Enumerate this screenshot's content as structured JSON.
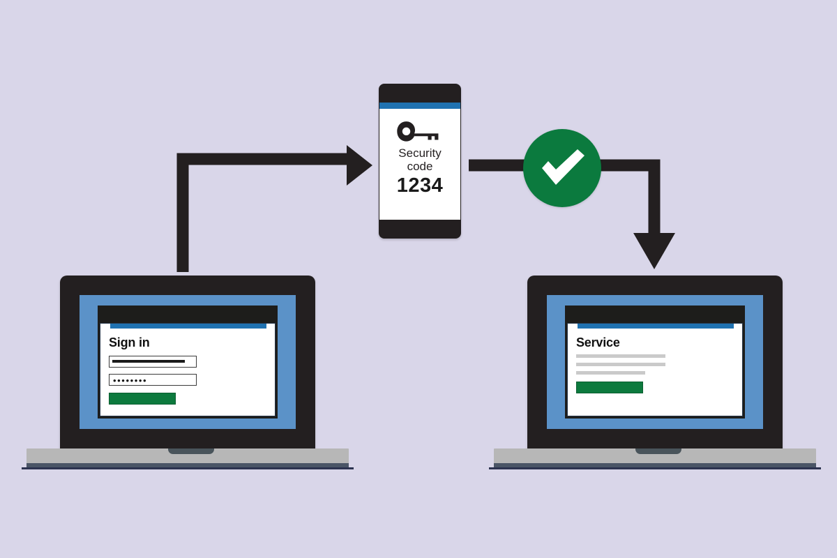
{
  "scene": {
    "title": "Two-factor authentication sign-in flow",
    "background_color": "#d9d6e9",
    "accent_blue": "#1f72b1",
    "bezel_blue": "#5b92c8",
    "success_green": "#0b7a3e",
    "button_green": "#0d7a3e",
    "dark": "#231f20"
  },
  "phone": {
    "icon": "key-icon",
    "label_line1": "Security",
    "label_line2": "code",
    "code": "1234"
  },
  "check_badge": {
    "icon": "checkmark-icon",
    "status": "verified"
  },
  "laptop_left": {
    "window": {
      "title": "Sign in",
      "username_value": "",
      "password_value": "••••••••",
      "submit_label": ""
    }
  },
  "laptop_right": {
    "window": {
      "title": "Service",
      "body_lines": [
        96,
        96,
        72
      ],
      "action_label": ""
    }
  },
  "arrows": {
    "step1": "sign-in-to-phone",
    "step2": "phone-to-verified",
    "step3": "verified-to-service"
  }
}
